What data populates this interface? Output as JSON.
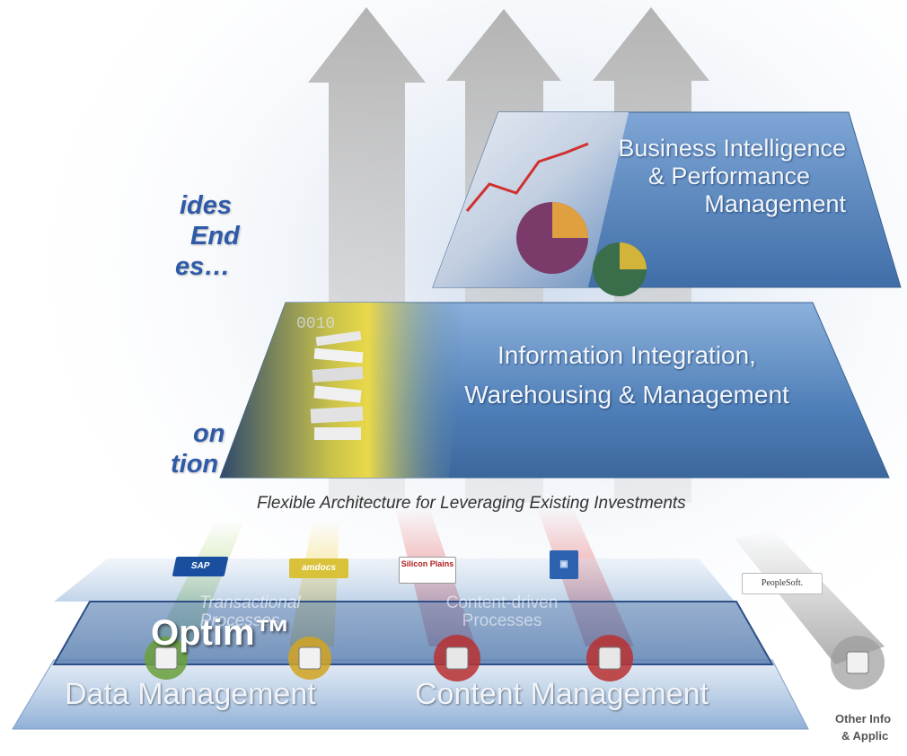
{
  "side_text": {
    "line1": "ides",
    "line2": "End",
    "line3": "es…",
    "line4": "on",
    "line5": "tion"
  },
  "tiers": {
    "top": {
      "line1": "Business Intelligence",
      "line2": "& Performance",
      "line3": "Management"
    },
    "middle": {
      "line1": "Information Integration,",
      "line2": "Warehousing & Management"
    },
    "caption": "Flexible Architecture for Leveraging Existing Investments"
  },
  "base": {
    "data_management": "Data Management",
    "content_management": "Content Management",
    "transactional_processes": "Transactional Processes",
    "content_driven_processes": "Content-driven Processes",
    "optim": "Optim™",
    "other_info_line1": "Other Info",
    "other_info_line2": "& Applic"
  },
  "logos": {
    "sap": "SAP",
    "amdocs": "amdocs",
    "silicon_plains": "Silicon Plains",
    "peoplesoft": "PeopleSoft."
  },
  "colors": {
    "tier_blue": "#4f7fb8",
    "text_blue": "#2f5aa8",
    "arrow_gray": "#b8b8b8"
  }
}
